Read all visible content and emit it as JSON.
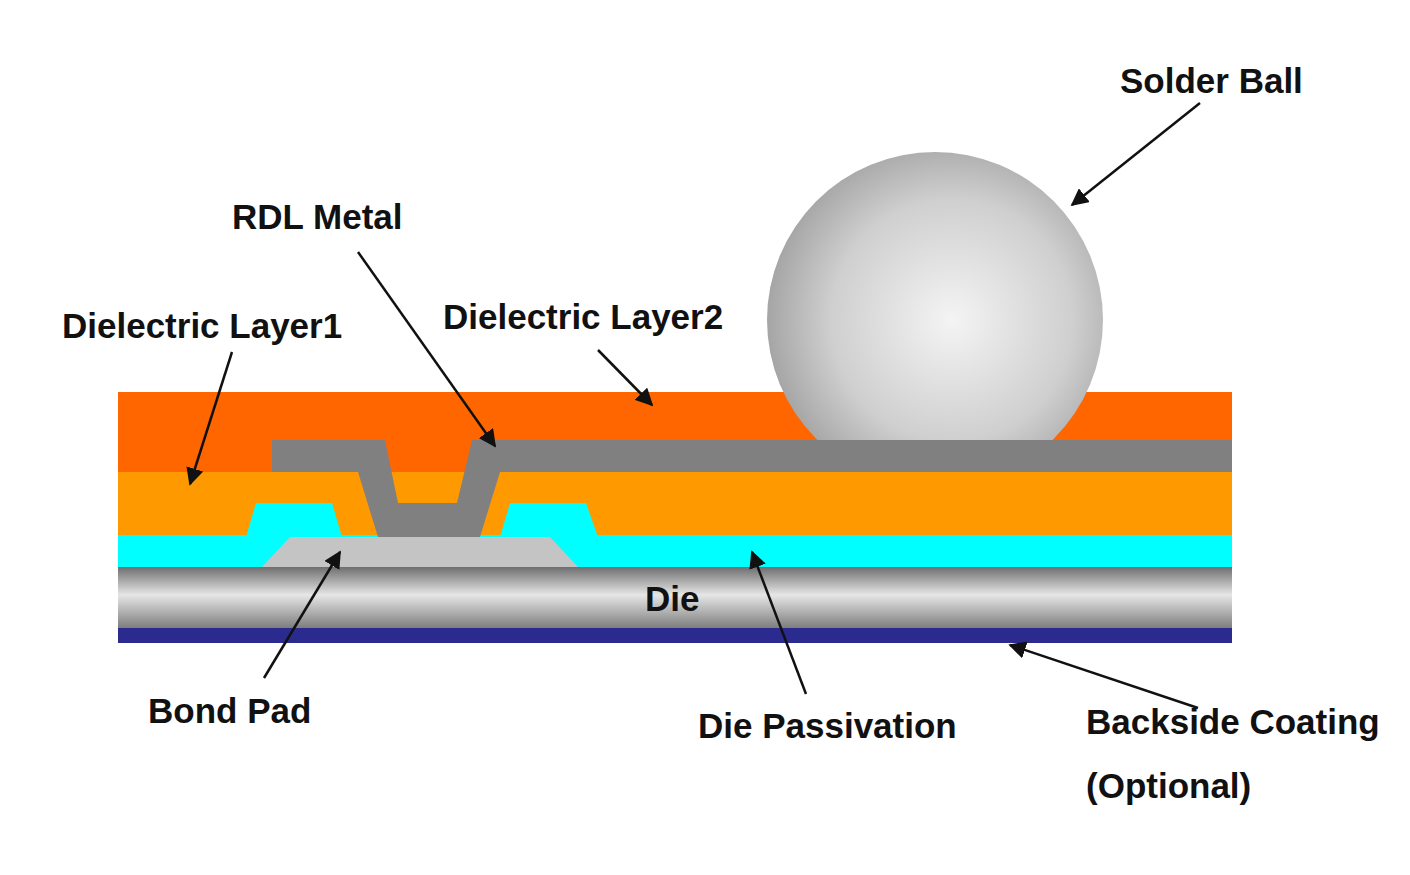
{
  "diagram": {
    "labels": [
      "Solder Ball",
      "RDL Metal",
      "Dielectric Layer1",
      "Dielectric Layer2",
      "Die",
      "Bond Pad",
      "Die Passivation",
      "Backside Coating (Optional)"
    ]
  }
}
